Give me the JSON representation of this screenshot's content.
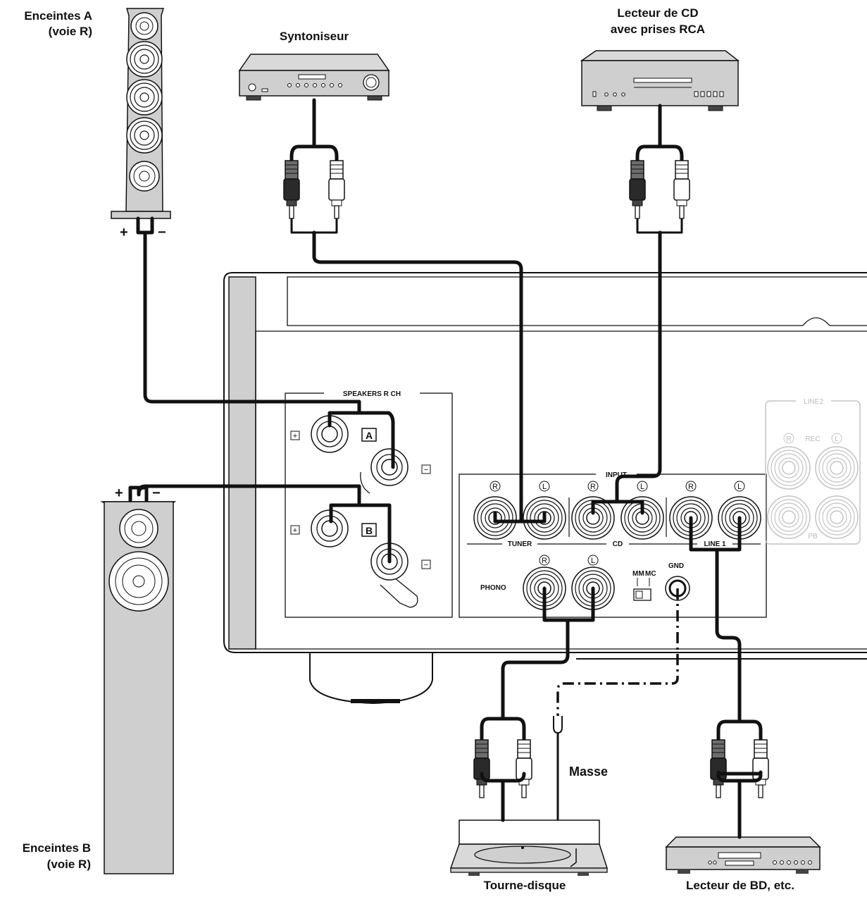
{
  "labels": {
    "speaker_a": [
      "Enceintes A",
      "(voie R)"
    ],
    "speaker_b": [
      "Enceintes B",
      "(voie R)"
    ],
    "tuner": "Syntoniseur",
    "cd_player": [
      "Lecteur de CD",
      "avec prises RCA"
    ],
    "turntable": "Tourne-disque",
    "ground": "Masse",
    "bd_player": "Lecteur de BD, etc."
  },
  "panel": {
    "speakers_group": "SPEAKERS R CH",
    "terminal_a": "A",
    "terminal_b": "B",
    "plus": "+",
    "minus": "−",
    "input_group": "INPUT",
    "r": "R",
    "l": "L",
    "tuner": "TUNER",
    "cd": "CD",
    "line1": "LINE 1",
    "phono": "PHONO",
    "mm": "MM",
    "mc": "MC",
    "gnd": "GND",
    "line2": "LINE2",
    "rec": "REC",
    "pb": "PB"
  }
}
